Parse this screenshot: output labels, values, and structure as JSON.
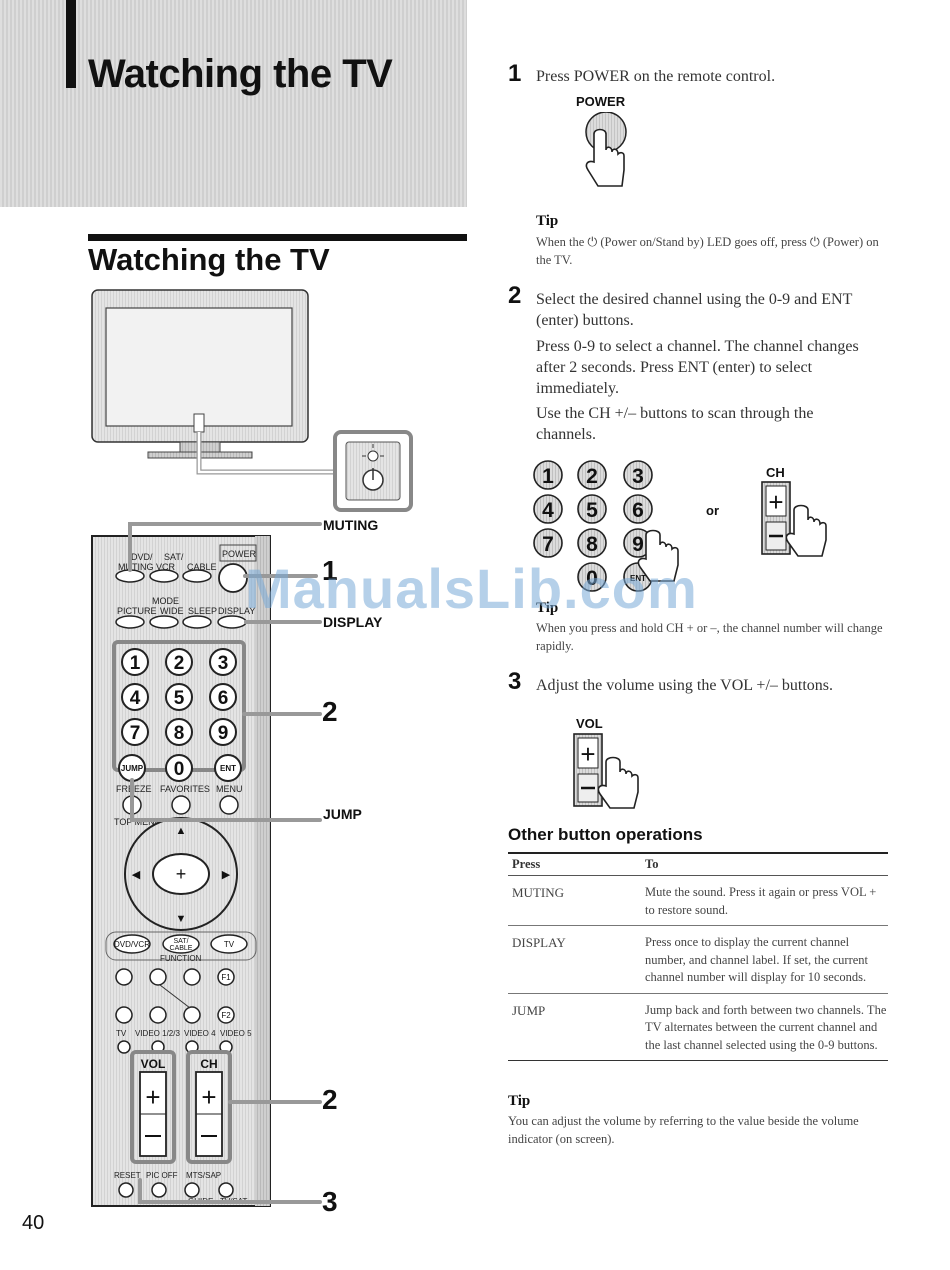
{
  "header": {
    "title": "Watching the TV"
  },
  "section": {
    "title": "Watching the TV"
  },
  "page_number": "40",
  "illustration": {
    "callouts": {
      "muting": "MUTING",
      "step1": "1",
      "display": "DISPLAY",
      "step2a": "2",
      "jump": "JUMP",
      "step2b": "2",
      "step3": "3"
    },
    "remote": {
      "top_labels": [
        "MUTING",
        "DVD/VCR",
        "SAT/CABLE",
        "POWER"
      ],
      "mode_label": "MODE",
      "mode_buttons": [
        "PICTURE",
        "WIDE",
        "SLEEP",
        "DISPLAY"
      ],
      "digits": [
        "1",
        "2",
        "3",
        "4",
        "5",
        "6",
        "7",
        "8",
        "9"
      ],
      "bottom_row": [
        "JUMP",
        "0",
        "ENT"
      ],
      "freeze_row": [
        "FREEZE",
        "FAVORITES",
        "MENU"
      ],
      "top_menu": "TOP MENU",
      "function_buttons": [
        "DVD/VCR",
        "SAT/CABLE",
        "TV"
      ],
      "function_label": "FUNCTION",
      "f1": "F1",
      "f2": "F2",
      "input_labels": [
        "TV",
        "VIDEO 1/2/3",
        "VIDEO 4",
        "VIDEO 5"
      ],
      "vol": "VOL",
      "ch": "CH",
      "plus": "+",
      "minus": "—",
      "bottom_labels": [
        "RESET",
        "PIC OFF",
        "MTS/SAP"
      ],
      "guide": "GUIDE",
      "tvsat": "TV/SAT"
    }
  },
  "steps": [
    {
      "num": "1",
      "text": "Press POWER on the remote control.",
      "button_label": "POWER",
      "tip": {
        "label": "Tip",
        "text": "When the ⏻ (Power on/Stand by) LED goes off, press ⏻ (Power) on the TV."
      }
    },
    {
      "num": "2",
      "paragraphs": [
        "Select the desired channel using the 0-9 and ENT (enter) buttons.",
        "Press 0-9 to select a channel. The channel changes after 2 seconds. Press ENT (enter) to select immediately.",
        "Use the CH +/– buttons to scan through the channels."
      ],
      "or_label": "or",
      "ch_label": "CH",
      "digits": [
        "1",
        "2",
        "3",
        "4",
        "5",
        "6",
        "7",
        "8",
        "9",
        "0",
        "ENT"
      ],
      "tip": {
        "label": "Tip",
        "text": "When you press and hold CH + or –, the channel number will change rapidly."
      }
    },
    {
      "num": "3",
      "text": "Adjust the volume using the VOL +/– buttons.",
      "vol_label": "VOL"
    }
  ],
  "other_ops": {
    "title": "Other button operations",
    "headers": [
      "Press",
      "To"
    ],
    "rows": [
      [
        "MUTING",
        "Mute the sound. Press it again or press VOL + to restore sound."
      ],
      [
        "DISPLAY",
        "Press once to display the current channel number, and channel label. If set, the current channel number will display for 10 seconds."
      ],
      [
        "JUMP",
        "Jump back and forth between two channels. The TV alternates between the current channel and the last channel selected using the 0-9 buttons."
      ]
    ]
  },
  "final_tip": {
    "label": "Tip",
    "text": "You can adjust the volume by referring to the value beside the volume indicator (on screen)."
  },
  "watermark": "ManualsLib.com"
}
